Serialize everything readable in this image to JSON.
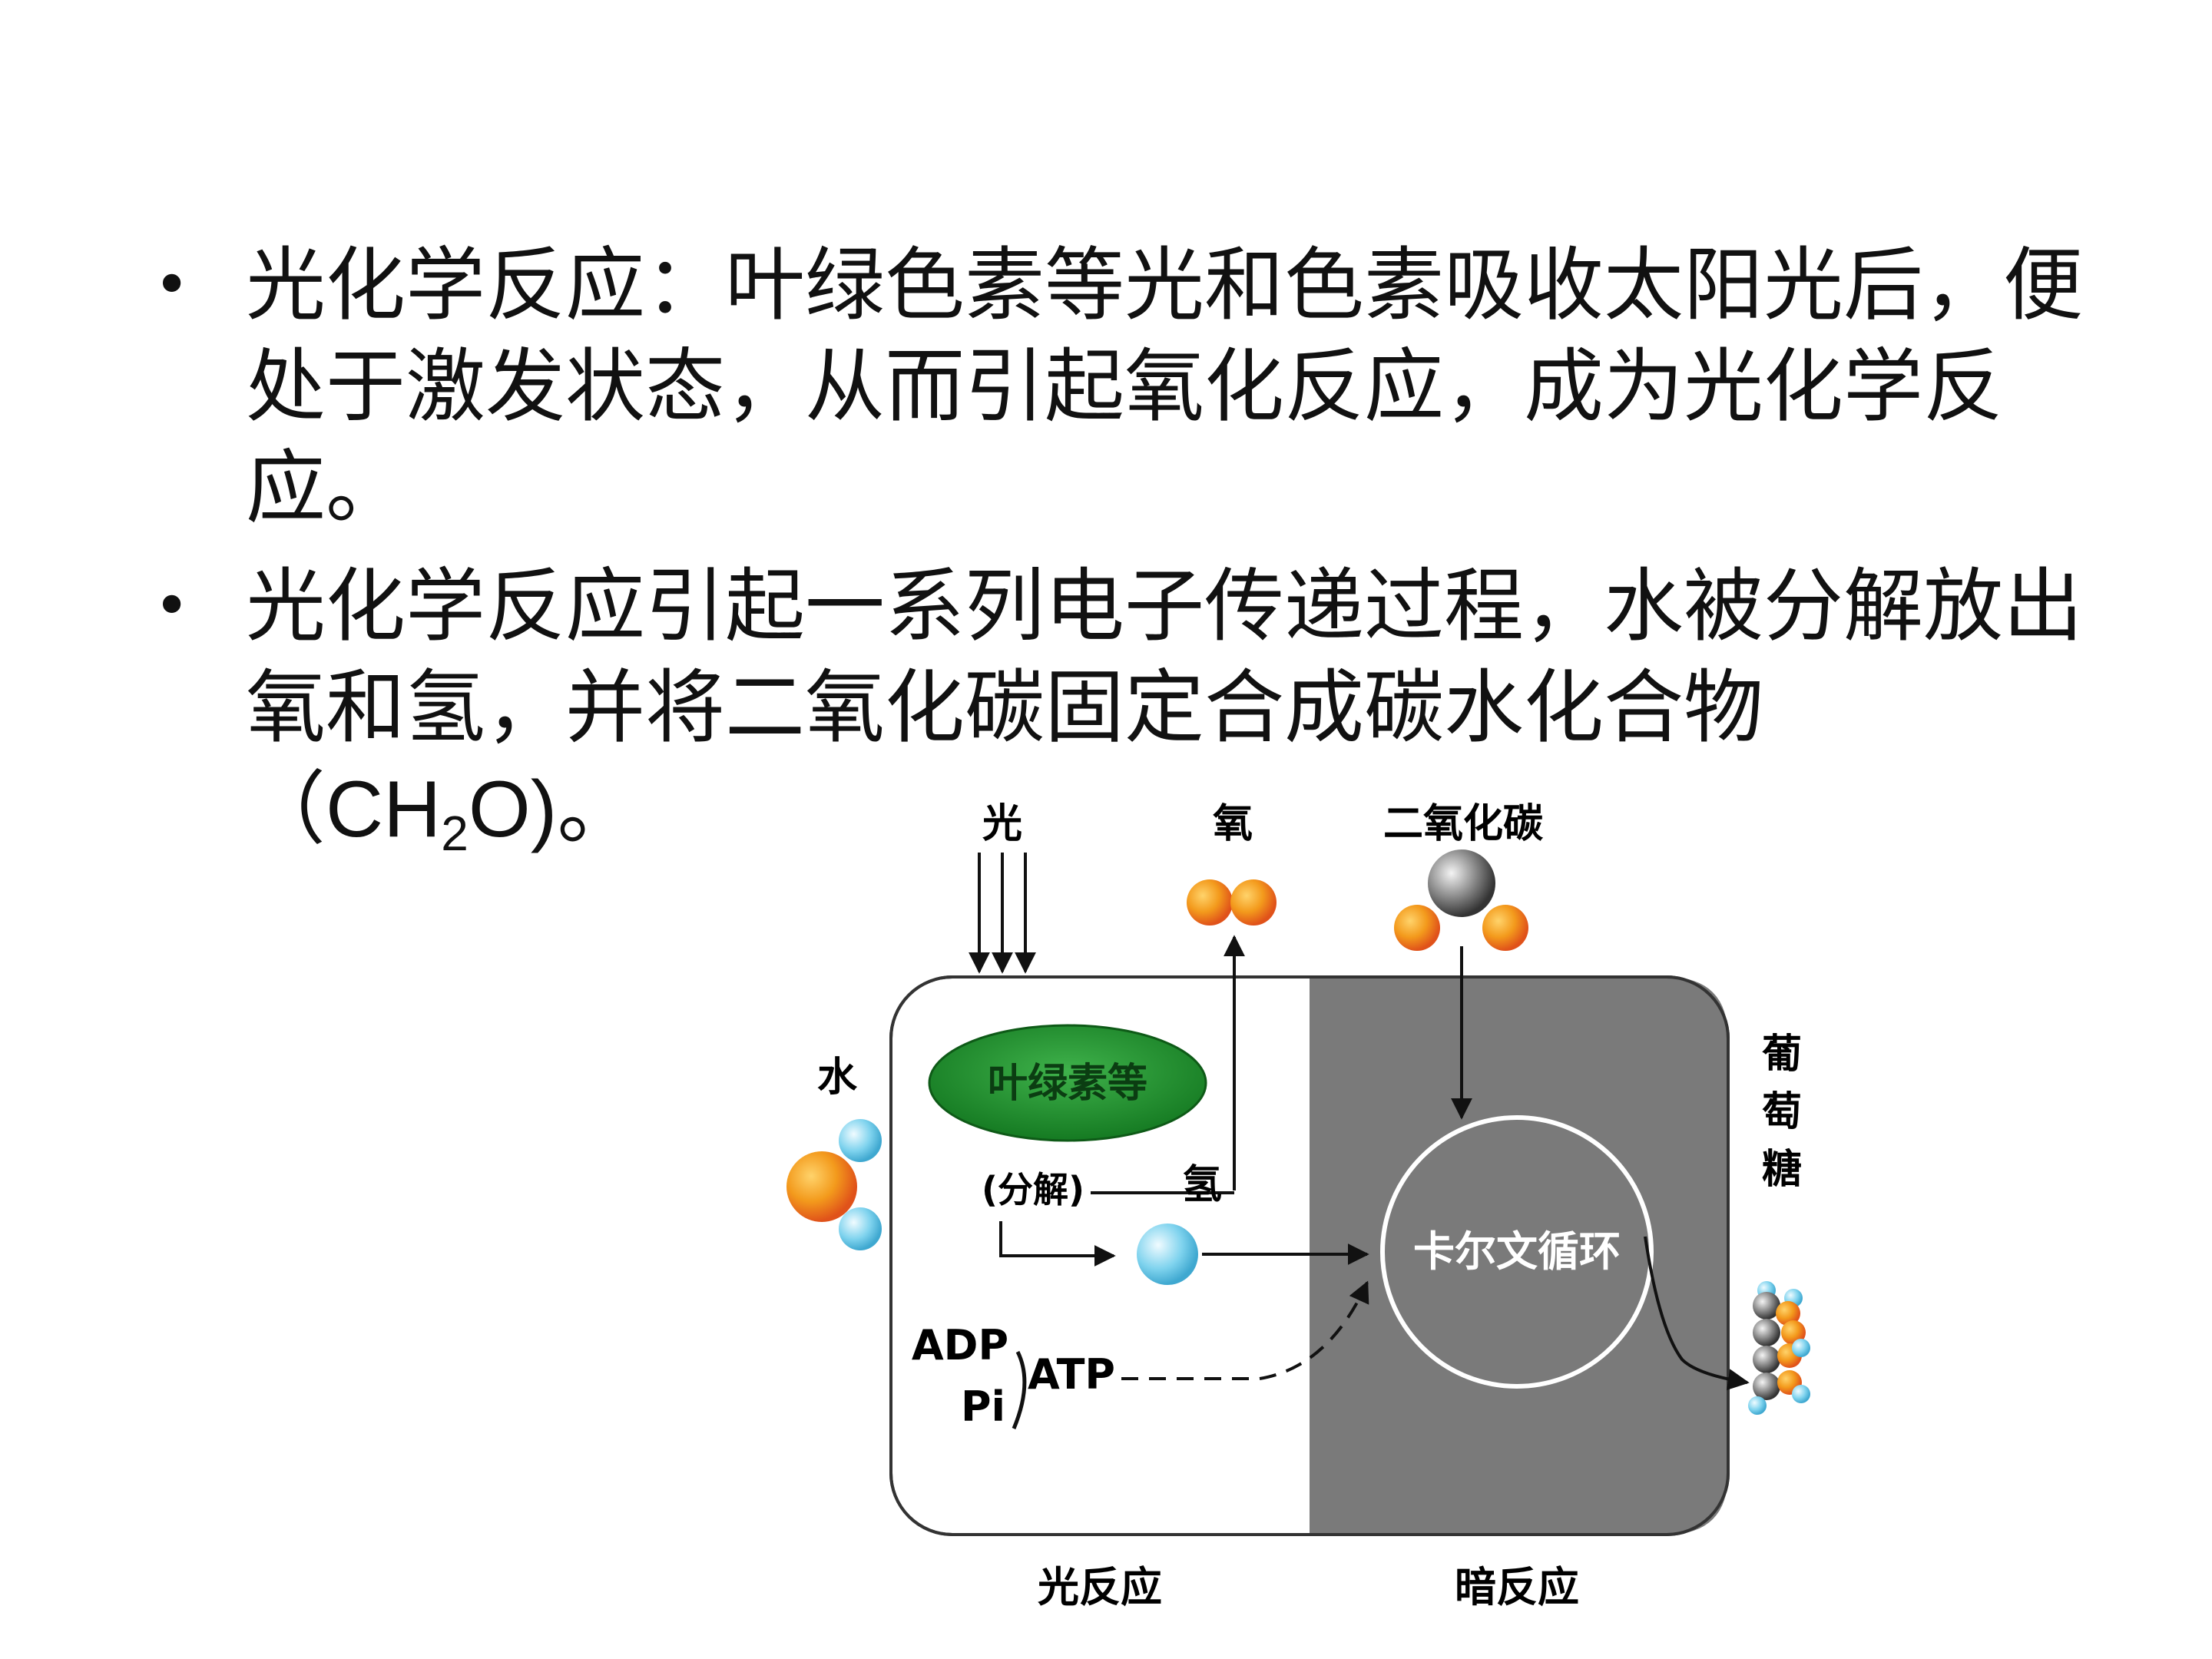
{
  "bullets": [
    {
      "text": "光化学反应：叶绿色素等光和色素吸收太阳光后，便处于激发状态，从而引起氧化反应，成为光化学反应。"
    },
    {
      "text_main": "光化学反应引起一系列电子传递过程，水被分解放出氧和氢，并将二氧化碳固定合成碳水化合物",
      "formula_open": "（CH",
      "formula_sub": "2",
      "formula_close": "O)。"
    }
  ],
  "diagram": {
    "light": "光",
    "oxygen": "氧",
    "co2": "二氧化碳",
    "water": "水",
    "chlorophyll": "叶绿素等",
    "split": "(分解)",
    "hydrogen": "氢",
    "calvin": "卡尔文循环",
    "glucose": [
      "葡",
      "萄",
      "糖"
    ],
    "adp": "ADP",
    "pi": "Pi",
    "atp": "ATP",
    "light_reaction": "光反应",
    "dark_reaction": "暗反应"
  },
  "colors": {
    "dark_panel": "#7a7a7a",
    "chlorophyll": "#1f8a2e",
    "oxygen_atom": "#f39a1c",
    "hydrogen_atom": "#7fd3ee",
    "carbon_atom": "#555555"
  }
}
